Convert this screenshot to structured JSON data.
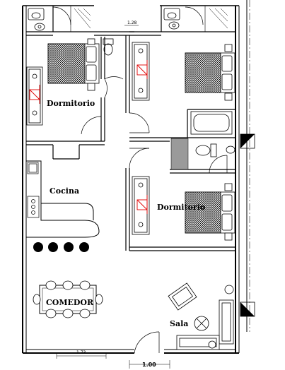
{
  "rooms": {
    "bedroom_left": "Dormitorio",
    "bedroom_right": "Dormitorio",
    "kitchen": "Cocina",
    "dining": "COMEDOR",
    "living": "Sala"
  },
  "dimensions": {
    "bottom_main": "1.00",
    "bottom_small": "1.73",
    "top_small": "1.28"
  },
  "colors": {
    "line": "#000000",
    "accent": "#e00000"
  }
}
